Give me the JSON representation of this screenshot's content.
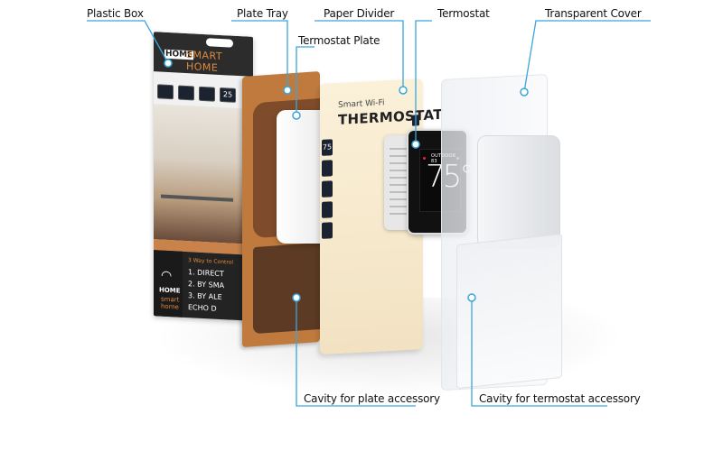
{
  "diagram": {
    "type": "exploded product packaging diagram",
    "accent_color": "#3aa6dc",
    "labels": {
      "plastic_box": "Plastic Box",
      "plate_tray": "Plate Tray",
      "paper_divider": "Paper Divider",
      "termostat": "Termostat",
      "transparent_cover": "Transparent Cover",
      "termostat_plate": "Termostat Plate",
      "cavity_plate": "Cavity for plate accessory",
      "cavity_termostat": "Cavity for termostat accessory"
    }
  },
  "box": {
    "logo": "HOME",
    "brand": "SMART HOME",
    "screens": [
      "",
      "",
      "",
      "25"
    ],
    "ways_title": "3 Way to Control",
    "ways": [
      "1. DIRECT",
      "2. BY SMA",
      "3. BY ALE",
      "ECHO D"
    ],
    "bottom_logo": "HOME",
    "bottom_brand_1": "smart",
    "bottom_brand_2": "home",
    "wifi_icon": "((•))"
  },
  "divider": {
    "subtitle": "Smart Wi-Fi",
    "title": "THERMOSTAT",
    "icons": [
      "75",
      "",
      "",
      "",
      ""
    ]
  },
  "thermostat": {
    "mode": "OUTDOOR 83",
    "temperature": "75°"
  }
}
